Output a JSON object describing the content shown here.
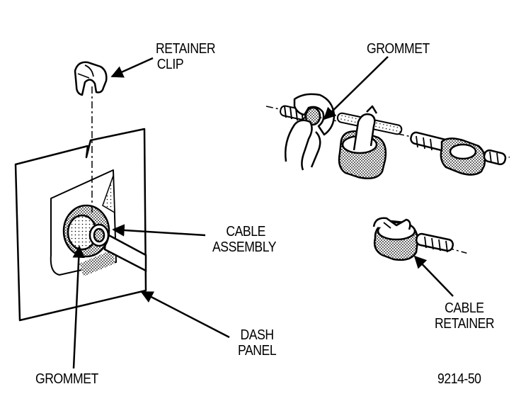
{
  "labels": {
    "retainer_clip": [
      "RETAINER",
      "CLIP"
    ],
    "grommet_top": "GROMMET",
    "cable_assembly": [
      "CABLE",
      "ASSEMBLY"
    ],
    "dash_panel": [
      "DASH",
      "PANEL"
    ],
    "grommet_bottom": "GROMMET",
    "cable_retainer": [
      "CABLE",
      "RETAINER"
    ]
  },
  "figure_number": "9214-50",
  "colors": {
    "ink": "#000000",
    "paper": "#ffffff",
    "shade": "#b9b9b9"
  }
}
